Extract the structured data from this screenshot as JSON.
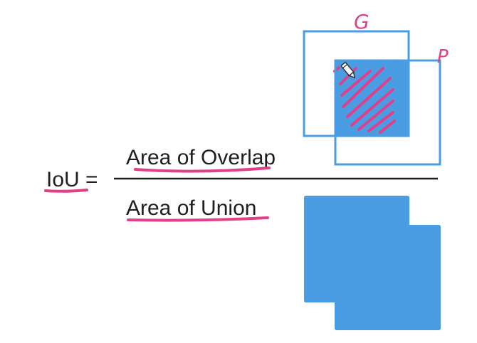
{
  "formula": {
    "lhs": "IoU =",
    "numerator": "Area of Overlap",
    "denominator": "Area of Union"
  },
  "labels": {
    "ground_truth": "G",
    "prediction": "P"
  },
  "colors": {
    "box_stroke": "#4a9de3",
    "fill": "#4a9de3",
    "annotation": "#e0408a",
    "text": "#1f1f1f"
  },
  "icons": {
    "cursor": "pen-cursor-icon"
  }
}
